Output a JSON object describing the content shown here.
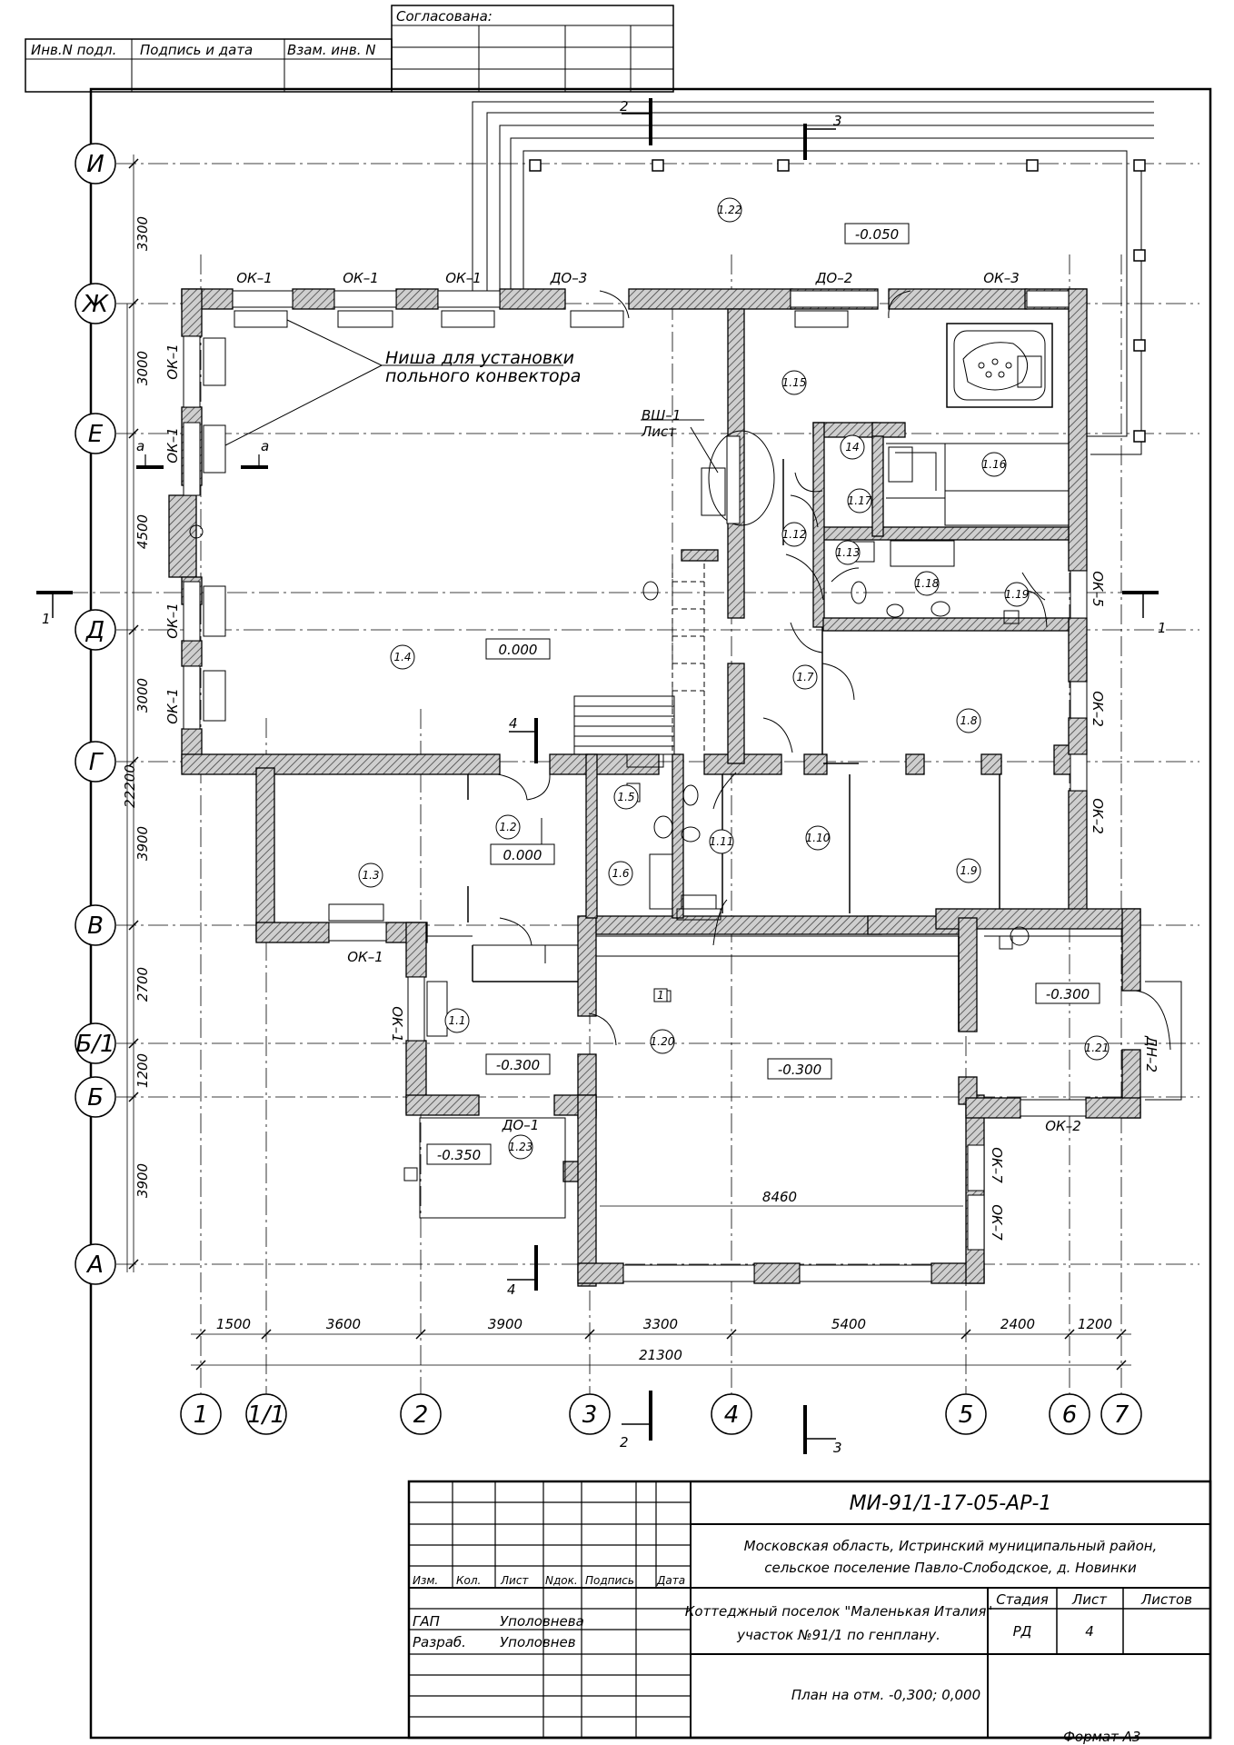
{
  "stamp": {
    "inv_podl": "Инв.N подл.",
    "podpis_data": "Подпись и дата",
    "vzam_inv": "Взам. инв. N",
    "soglasovano": "Согласована:"
  },
  "axes": {
    "rows": [
      "И",
      "Ж",
      "Е",
      "Д",
      "Г",
      "В",
      "Б/1",
      "Б",
      "А"
    ],
    "cols": [
      "1",
      "1/1",
      "2",
      "3",
      "4",
      "5",
      "6",
      "7"
    ]
  },
  "dims": {
    "vertical": [
      "3300",
      "3000",
      "4500",
      "3000",
      "3900",
      "2700",
      "1200",
      "3900"
    ],
    "vertical_total": "22200",
    "horizontal": [
      "1500",
      "3600",
      "3900",
      "3300",
      "5400",
      "2400",
      "1200"
    ],
    "horizontal_total": "21300",
    "inner": "8460"
  },
  "openings": {
    "ok1": "ОК–1",
    "ok2": "ОК–2",
    "ok3": "ОК–3",
    "ok5": "ОК–5",
    "ok7": "ОК–7",
    "do1": "ДО–1",
    "do2": "ДО–2",
    "do3": "ДО–3",
    "dn2": "ДН–2",
    "vsh": "ВШ–1",
    "list": "Лист"
  },
  "note": {
    "line1": "Ниша для установки",
    "line2": "польного конвектора"
  },
  "rooms": [
    "1.1",
    "1.2",
    "1.3",
    "1.4",
    "1.5",
    "1.6",
    "1.7",
    "1.8",
    "1.9",
    "1.10",
    "1.11",
    "1.12",
    "1.13",
    "14",
    "1.15",
    "1.16",
    "1.17",
    "1.18",
    "1.19",
    "1.20",
    "1.21",
    "1.22",
    "1.23",
    "1"
  ],
  "levels": {
    "m050": "-0.050",
    "zero": "0.000",
    "m300": "-0.300",
    "m350": "-0.350"
  },
  "cuts": {
    "a": "а",
    "s1": "1",
    "s2": "2",
    "s3": "3",
    "s4": "4"
  },
  "titleblock": {
    "code": "МИ-91/1-17-05-АР-1",
    "address1": "Московская область, Истринский муниципальный район,",
    "address2": "сельское поселение Павло-Слободское, д. Новинки",
    "project1": "Коттеджный поселок \"Маленькая Италия\"",
    "project2": "участок №91/1 по генплану.",
    "sheet_title": "План на отм. -0,300; 0,000",
    "col_izm": "Изм.",
    "col_kol": "Кол.",
    "col_list": "Лист",
    "col_ndok": "Nдок.",
    "col_podpis": "Подпись",
    "col_data": "Дата",
    "gap": "ГАП",
    "razrab": "Разраб.",
    "gap_name": "Уполовнева",
    "razrab_name": "Уполовнев",
    "stadia_h": "Стадия",
    "list_h": "Лист",
    "listov_h": "Листов",
    "stadia": "РД",
    "list": "4",
    "listov": ""
  },
  "format": "Формат А3"
}
